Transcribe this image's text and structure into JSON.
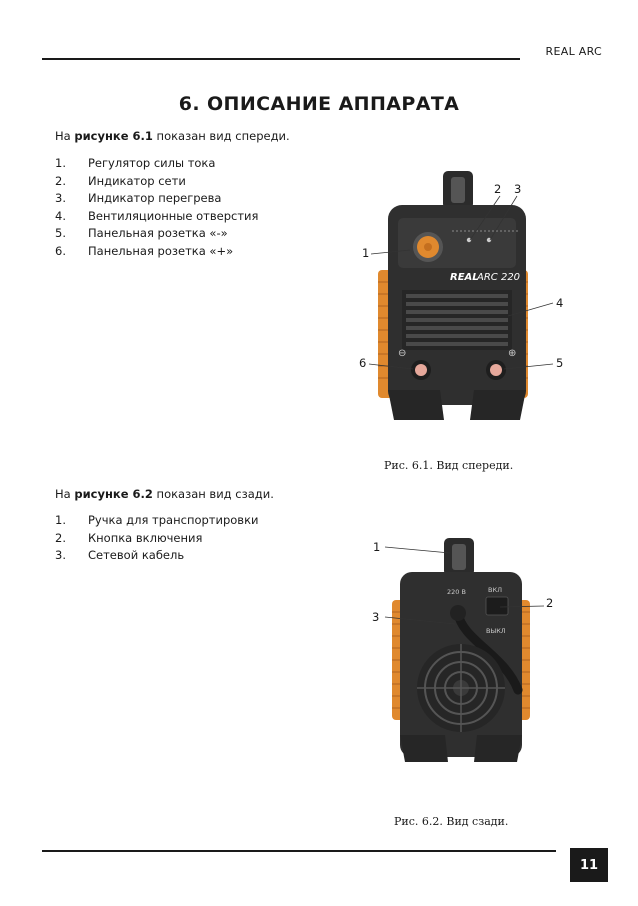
{
  "header": {
    "brand": "REAL ARC"
  },
  "section_title": "6. ОПИСАНИЕ АППАРАТА",
  "front": {
    "intro_prefix": "На ",
    "intro_bold": "рисунке 6.1",
    "intro_suffix": " показан вид спереди.",
    "items": [
      {
        "num": "1.",
        "text": "Регулятор силы тока"
      },
      {
        "num": "2.",
        "text": "Индикатор сети"
      },
      {
        "num": "3.",
        "text": "Индикатор перегрева"
      },
      {
        "num": "4.",
        "text": "Вентиляционные отверстия"
      },
      {
        "num": "5.",
        "text": "Панельная розетка «-»"
      },
      {
        "num": "6.",
        "text": "Панельная розетка «+»"
      }
    ],
    "figure": {
      "caption": "Рис. 6.1. Вид спереди.",
      "panel_brand": "REAL",
      "panel_model": "ARC 220",
      "minus_symbol": "⊖",
      "plus_symbol": "⊕",
      "callouts": [
        "1",
        "2",
        "3",
        "4",
        "5",
        "6"
      ]
    }
  },
  "rear": {
    "intro_prefix": "На ",
    "intro_bold": "рисунке 6.2",
    "intro_suffix": " показан вид сзади.",
    "items": [
      {
        "num": "1.",
        "text": "Ручка для транспортировки"
      },
      {
        "num": "2.",
        "text": "Кнопка включения"
      },
      {
        "num": "3.",
        "text": "Сетевой кабель"
      }
    ],
    "figure": {
      "caption": "Рис. 6.2. Вид сзади.",
      "voltage_label": "220 В",
      "on_label": "ВКЛ",
      "off_label": "ВЫКЛ",
      "callouts": [
        "1",
        "2",
        "3"
      ]
    }
  },
  "footer": {
    "page_number": "11"
  },
  "colors": {
    "accent": "#e0892e",
    "body": "#2f2f2f",
    "text": "#1a1a1a"
  }
}
